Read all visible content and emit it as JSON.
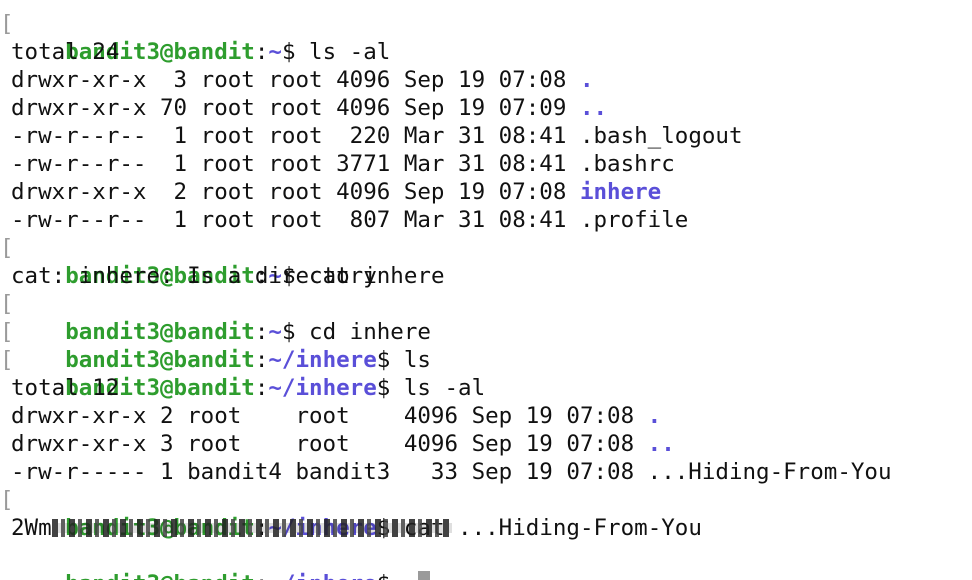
{
  "prompt": {
    "bracket": "[",
    "user_host": "bandit3@bandit",
    "colon": ":",
    "dollar": "$ "
  },
  "lines": [
    {
      "type": "prompt",
      "path": "~",
      "cmd": "ls -al"
    },
    {
      "type": "out",
      "text": "total 24"
    },
    {
      "type": "ls",
      "meta": "drwxr-xr-x  3 root root 4096 Sep 19 07:08 ",
      "name": ".",
      "dir": true
    },
    {
      "type": "ls",
      "meta": "drwxr-xr-x 70 root root 4096 Sep 19 07:09 ",
      "name": "..",
      "dir": true
    },
    {
      "type": "ls",
      "meta": "-rw-r--r--  1 root root  220 Mar 31 08:41 ",
      "name": ".bash_logout",
      "dir": false
    },
    {
      "type": "ls",
      "meta": "-rw-r--r--  1 root root 3771 Mar 31 08:41 ",
      "name": ".bashrc",
      "dir": false
    },
    {
      "type": "ls",
      "meta": "drwxr-xr-x  2 root root 4096 Sep 19 07:08 ",
      "name": "inhere",
      "dir": true
    },
    {
      "type": "ls",
      "meta": "-rw-r--r--  1 root root  807 Mar 31 08:41 ",
      "name": ".profile",
      "dir": false
    },
    {
      "type": "prompt",
      "path": "~",
      "cmd": "cat inhere"
    },
    {
      "type": "out",
      "text": "cat: inhere: Is a directory"
    },
    {
      "type": "prompt",
      "path": "~",
      "cmd": "cd inhere"
    },
    {
      "type": "prompt",
      "path": "~/inhere",
      "cmd": "ls"
    },
    {
      "type": "prompt",
      "path": "~/inhere",
      "cmd": "ls -al"
    },
    {
      "type": "out",
      "text": "total 12"
    },
    {
      "type": "ls",
      "meta": "drwxr-xr-x 2 root    root    4096 Sep 19 07:08 ",
      "name": ".",
      "dir": true
    },
    {
      "type": "ls",
      "meta": "drwxr-xr-x 3 root    root    4096 Sep 19 07:08 ",
      "name": "..",
      "dir": true
    },
    {
      "type": "ls",
      "meta": "-rw-r----- 1 bandit4 bandit3   33 Sep 19 07:08 ",
      "name": "...Hiding-From-You",
      "dir": false
    },
    {
      "type": "prompt",
      "path": "~/inhere",
      "cmd": "cat ...Hiding-From-You"
    },
    {
      "type": "secret",
      "text": "2Wm"
    },
    {
      "type": "prompt-active",
      "path": "~/inhere",
      "cmd": ""
    }
  ],
  "colors": {
    "user_host": "#2e9d2e",
    "path": "#5a4fd8",
    "directory": "#5a4fd8",
    "bracket": "#9a9a9a",
    "cursor": "#9a9a9a"
  },
  "icons": {
    "cursor": "block-cursor-icon"
  }
}
